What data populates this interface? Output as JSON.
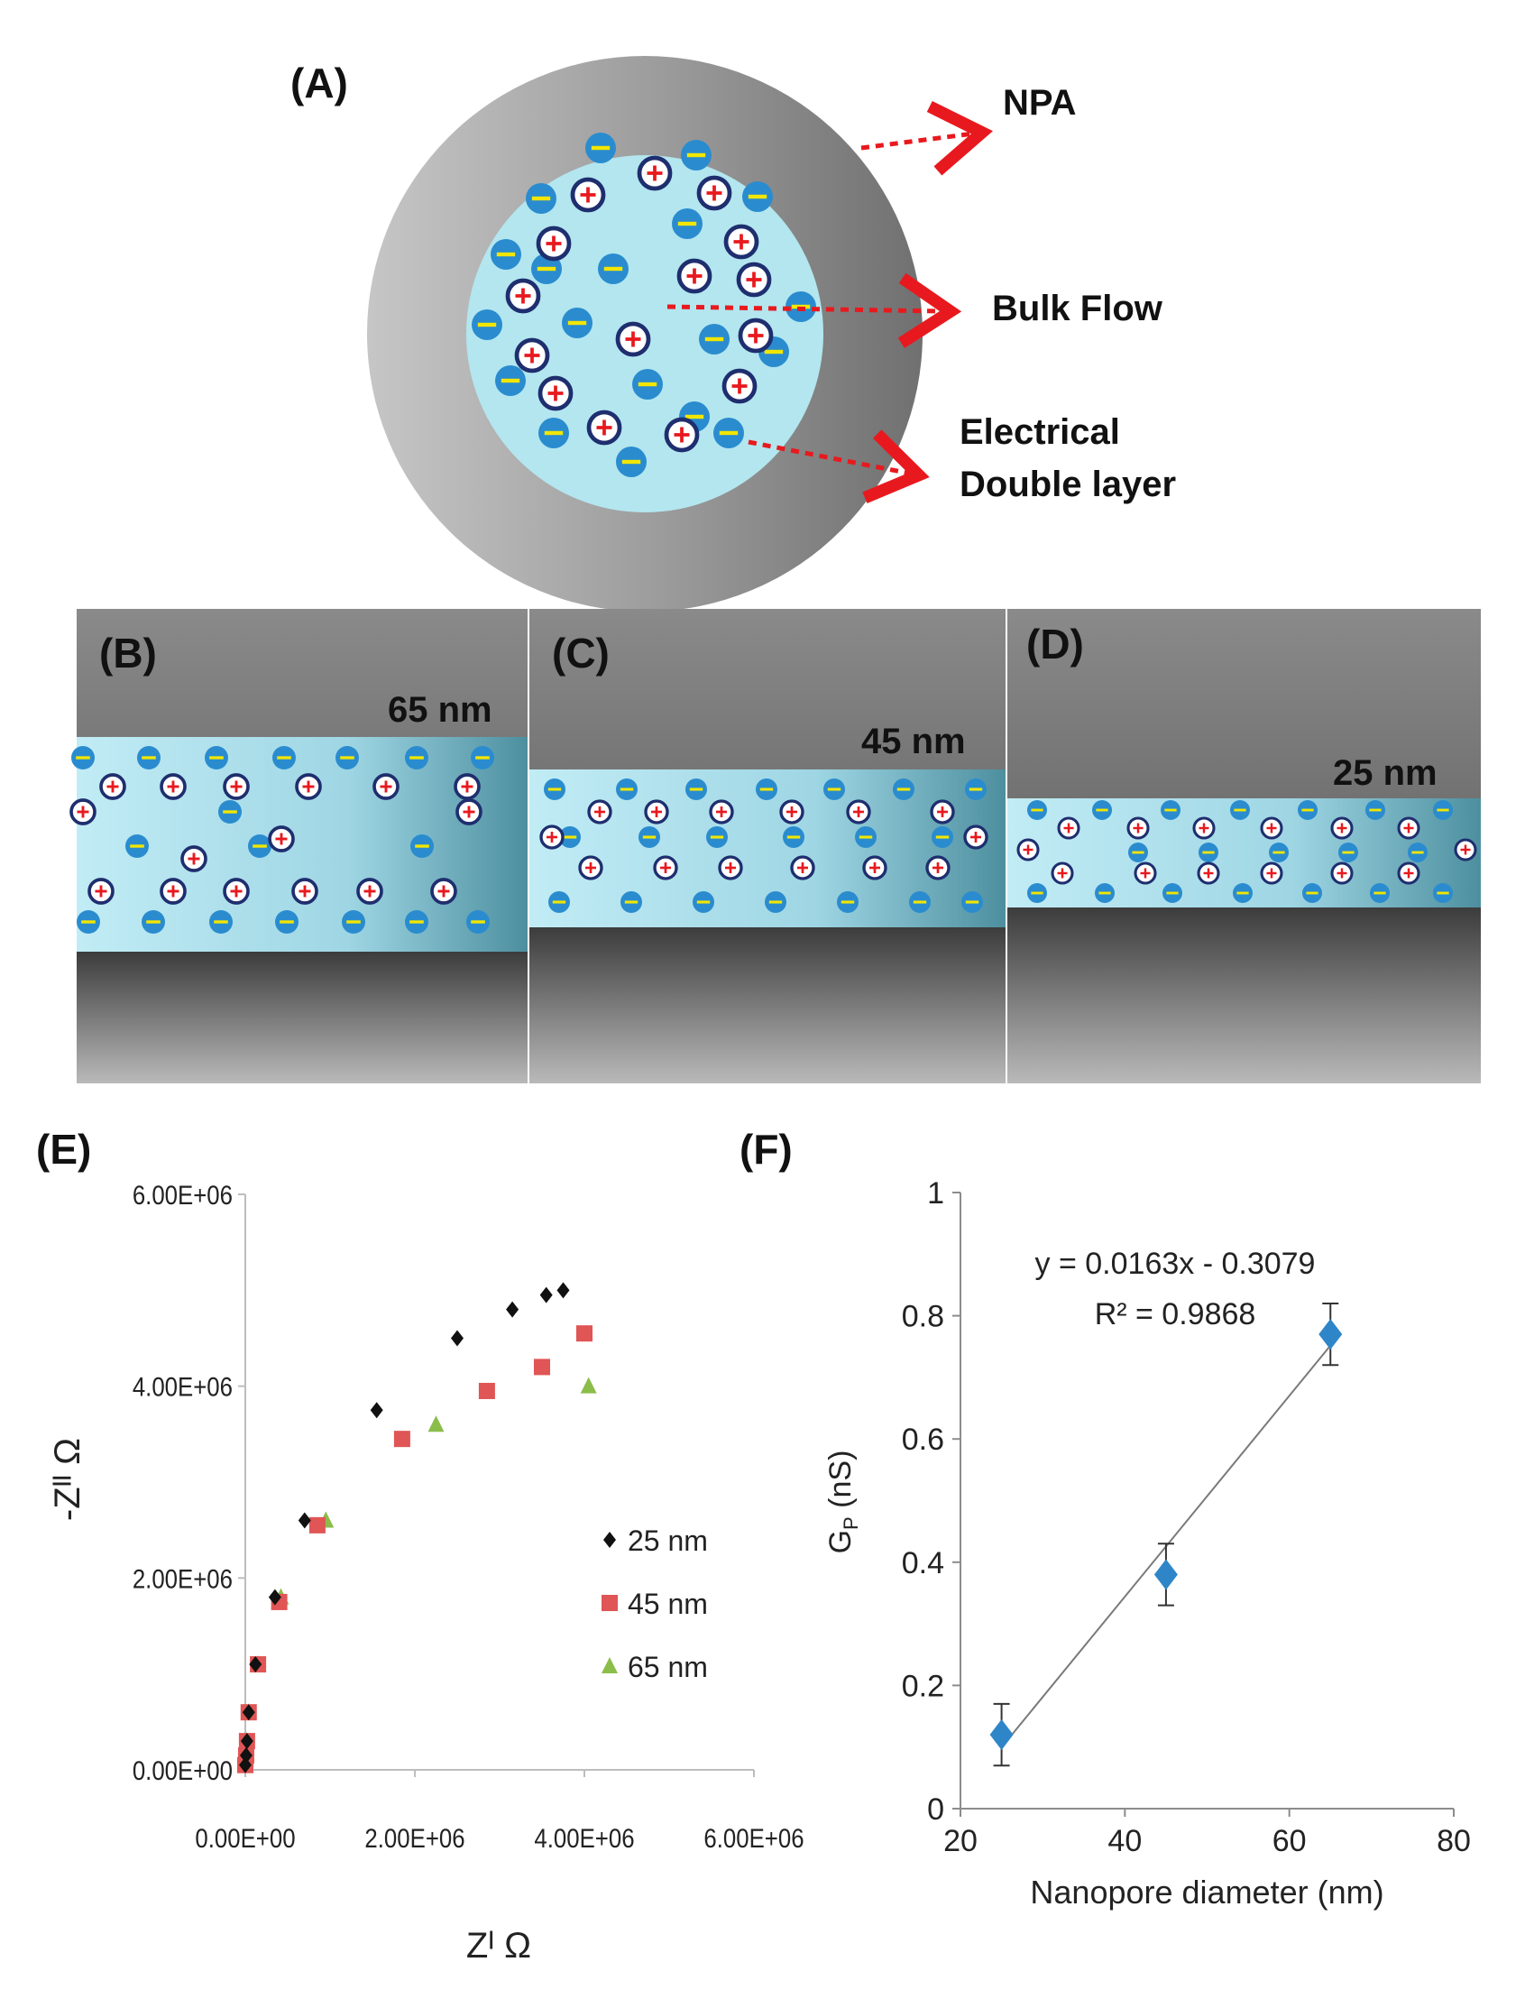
{
  "panels": {
    "A": {
      "label": "(A)",
      "annotations": [
        "NPA",
        "Bulk Flow",
        "Electrical",
        "Double layer"
      ]
    },
    "B": {
      "label": "(B)",
      "size": "65 nm"
    },
    "C": {
      "label": "(C)",
      "size": "45 nm"
    },
    "D": {
      "label": "(D)",
      "size": "25 nm"
    },
    "E": {
      "label": "(E)"
    },
    "F": {
      "label": "(F)"
    }
  },
  "colors": {
    "pore_wall": "#8f8f8f",
    "electrolyte": "#b3e6ef",
    "anion": "#2a8ccf",
    "anion_bar": "#f2e600",
    "cation_ring": "#1e2e6e",
    "cation_plus": "#e8191e",
    "arrow": "#e8191e",
    "series_25": "#111111",
    "series_45": "#e05555",
    "series_65": "#8bbd4a",
    "gp_marker": "#2e86c8"
  },
  "chart_data": [
    {
      "type": "scatter",
      "xlabel": "Zᴵ Ω",
      "ylabel": "-Zᴵᴵ Ω",
      "xlim": [
        0,
        6000000
      ],
      "ylim": [
        0,
        6000000
      ],
      "xticks": [
        "0.00E+00",
        "2.00E+06",
        "4.00E+06",
        "6.00E+06"
      ],
      "yticks": [
        "0.00E+00",
        "2.00E+06",
        "4.00E+06",
        "6.00E+06"
      ],
      "grid": false,
      "legend_position": "right",
      "series": [
        {
          "name": "25 nm",
          "marker": "diamond",
          "points": [
            [
              0,
              50000
            ],
            [
              10000,
              150000
            ],
            [
              20000,
              300000
            ],
            [
              40000,
              600000
            ],
            [
              120000,
              1100000
            ],
            [
              350000,
              1800000
            ],
            [
              700000,
              2600000
            ],
            [
              1550000,
              3750000
            ],
            [
              2500000,
              4500000
            ],
            [
              3150000,
              4800000
            ],
            [
              3550000,
              4950000
            ],
            [
              3750000,
              5000000
            ]
          ]
        },
        {
          "name": "45 nm",
          "marker": "square",
          "points": [
            [
              0,
              50000
            ],
            [
              10000,
              150000
            ],
            [
              20000,
              300000
            ],
            [
              40000,
              600000
            ],
            [
              150000,
              1100000
            ],
            [
              400000,
              1750000
            ],
            [
              850000,
              2550000
            ],
            [
              1850000,
              3450000
            ],
            [
              2850000,
              3950000
            ],
            [
              3500000,
              4200000
            ],
            [
              4000000,
              4550000
            ]
          ]
        },
        {
          "name": "65 nm",
          "marker": "triangle",
          "points": [
            [
              0,
              50000
            ],
            [
              10000,
              150000
            ],
            [
              20000,
              300000
            ],
            [
              40000,
              600000
            ],
            [
              150000,
              1100000
            ],
            [
              420000,
              1800000
            ],
            [
              950000,
              2600000
            ],
            [
              2250000,
              3600000
            ],
            [
              4050000,
              4000000
            ]
          ]
        }
      ]
    },
    {
      "type": "scatter",
      "xlabel": "Nanopore diameter (nm)",
      "ylabel": "G",
      "ylabel_sub": "P",
      "ylabel_unit": " (nS)",
      "xlim": [
        20,
        80
      ],
      "ylim": [
        0,
        1
      ],
      "xticks": [
        "20",
        "40",
        "60",
        "80"
      ],
      "yticks": [
        "0",
        "0.2",
        "0.4",
        "0.6",
        "0.8",
        "1"
      ],
      "equation": "y = 0.0163x - 0.3079",
      "r2": "R² = 0.9868",
      "fit": {
        "slope": 0.0163,
        "intercept": -0.3079
      },
      "series": [
        {
          "name": "",
          "marker": "diamond",
          "x": [
            25,
            45,
            65
          ],
          "y": [
            0.12,
            0.38,
            0.77
          ],
          "error": [
            0.05,
            0.05,
            0.05
          ]
        }
      ]
    }
  ]
}
